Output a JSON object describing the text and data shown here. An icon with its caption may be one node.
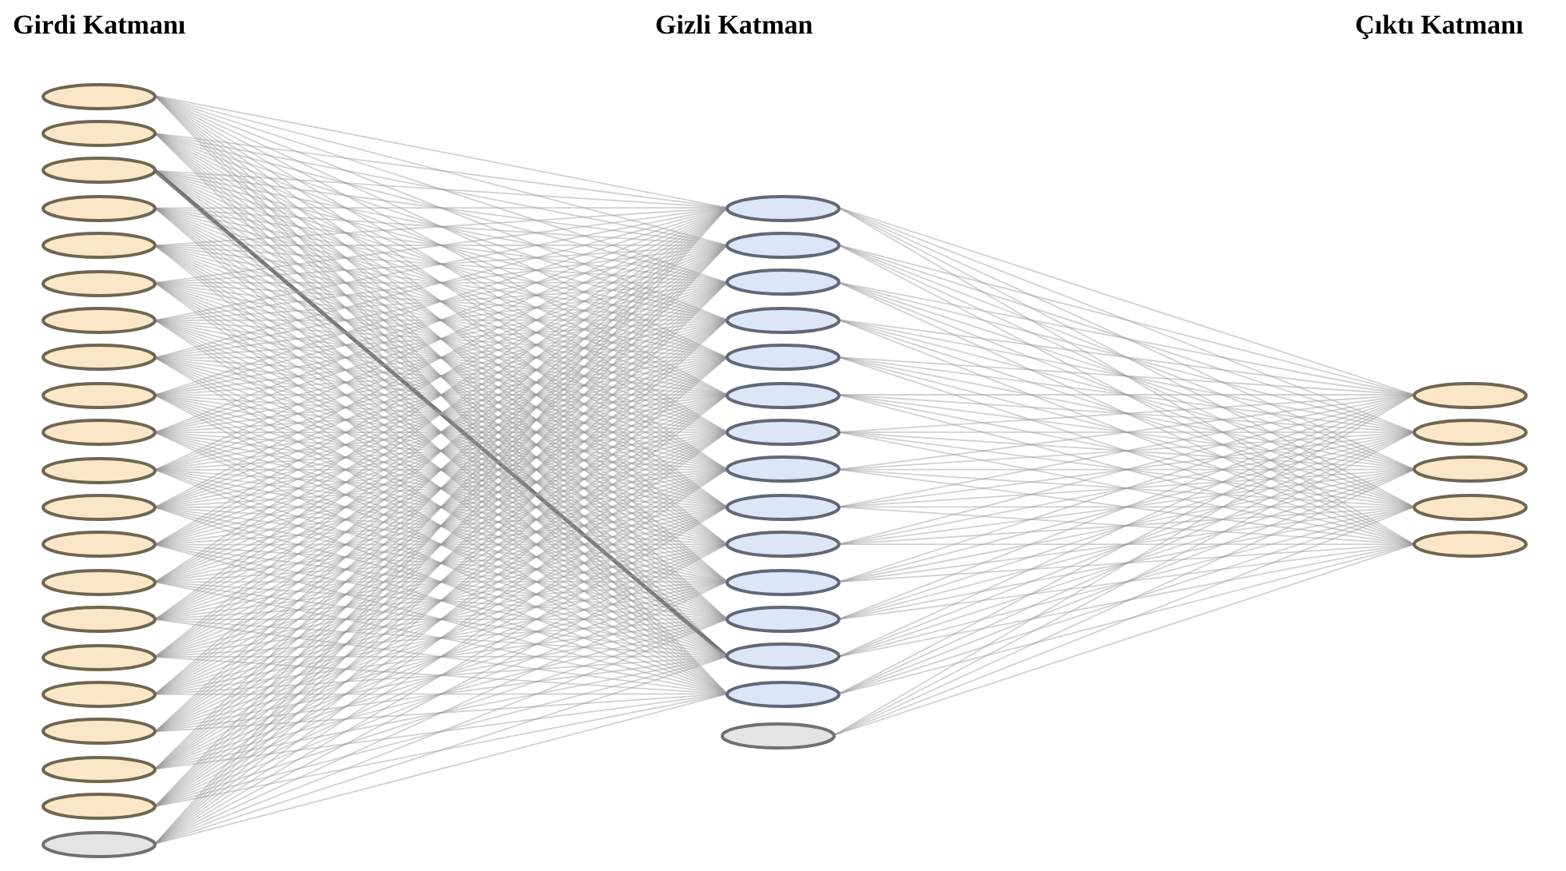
{
  "diagram": {
    "nodes": [
      {
        "text": [],
        "shape": "ellipse"
      },
      {
        "text": [],
        "shape": "ellipse"
      },
      {
        "text": [],
        "shape": "ellipse"
      },
      {
        "text": [],
        "shape": "ellipse"
      },
      {
        "text": [],
        "shape": "ellipse"
      },
      {
        "text": [],
        "shape": "ellipse"
      },
      {
        "text": [],
        "shape": "ellipse"
      },
      {
        "text": [],
        "shape": "ellipse"
      },
      {
        "text": [],
        "shape": "ellipse"
      },
      {
        "text": [],
        "shape": "ellipse"
      },
      {
        "text": [],
        "shape": "ellipse"
      },
      {
        "text": [],
        "shape": "ellipse"
      },
      {
        "text": [],
        "shape": "ellipse"
      },
      {
        "text": [],
        "shape": "ellipse"
      },
      {
        "text": [],
        "shape": "ellipse"
      },
      {
        "text": [],
        "shape": "ellipse"
      },
      {
        "text": [],
        "shape": "ellipse"
      },
      {
        "text": [],
        "shape": "ellipse"
      },
      {
        "text": [],
        "shape": "ellipse"
      },
      {
        "text": [],
        "shape": "ellipse"
      },
      {
        "text": [],
        "shape": "ellipse"
      },
      {
        "text": [],
        "shape": "ellipse"
      },
      {
        "text": [],
        "shape": "ellipse"
      },
      {
        "text": [],
        "shape": "ellipse"
      },
      {
        "text": [],
        "shape": "ellipse"
      },
      {
        "text": [],
        "shape": "ellipse"
      },
      {
        "text": [],
        "shape": "ellipse"
      },
      {
        "text": [],
        "shape": "ellipse"
      },
      {
        "text": [],
        "shape": "ellipse"
      },
      {
        "text": [],
        "shape": "ellipse"
      },
      {
        "text": [],
        "shape": "ellipse"
      },
      {
        "text": [],
        "shape": "ellipse"
      },
      {
        "text": [],
        "shape": "ellipse"
      },
      {
        "text": [],
        "shape": "ellipse"
      },
      {
        "text": [],
        "shape": "ellipse"
      },
      {
        "text": [],
        "shape": "ellipse"
      },
      {
        "text": [],
        "shape": "ellipse"
      },
      {
        "text": [],
        "shape": "ellipse"
      },
      {
        "text": [],
        "shape": "ellipse"
      },
      {
        "text": [],
        "shape": "ellipse"
      },
      {
        "text": [],
        "shape": "ellipse"
      }
    ],
    "edges": [
      {
        "from": 0,
        "to": 21,
        "arrow": "none"
      },
      {
        "from": 0,
        "to": 22,
        "arrow": "none"
      },
      {
        "from": 0,
        "to": 23,
        "arrow": "none"
      },
      {
        "from": 0,
        "to": 24,
        "arrow": "none"
      },
      {
        "from": 0,
        "to": 25,
        "arrow": "none"
      },
      {
        "from": 0,
        "to": 26,
        "arrow": "none"
      },
      {
        "from": 0,
        "to": 27,
        "arrow": "none"
      },
      {
        "from": 0,
        "to": 28,
        "arrow": "none"
      },
      {
        "from": 0,
        "to": 29,
        "arrow": "none"
      },
      {
        "from": 0,
        "to": 30,
        "arrow": "none"
      },
      {
        "from": 0,
        "to": 31,
        "arrow": "none"
      },
      {
        "from": 0,
        "to": 32,
        "arrow": "none"
      },
      {
        "from": 0,
        "to": 33,
        "arrow": "none"
      },
      {
        "from": 0,
        "to": 34,
        "arrow": "none"
      },
      {
        "from": 1,
        "to": 21,
        "arrow": "none"
      },
      {
        "from": 1,
        "to": 22,
        "arrow": "none"
      },
      {
        "from": 1,
        "to": 23,
        "arrow": "none"
      },
      {
        "from": 1,
        "to": 24,
        "arrow": "none"
      },
      {
        "from": 1,
        "to": 25,
        "arrow": "none"
      },
      {
        "from": 1,
        "to": 26,
        "arrow": "none"
      },
      {
        "from": 1,
        "to": 27,
        "arrow": "none"
      },
      {
        "from": 1,
        "to": 28,
        "arrow": "none"
      },
      {
        "from": 1,
        "to": 29,
        "arrow": "none"
      },
      {
        "from": 1,
        "to": 30,
        "arrow": "none"
      },
      {
        "from": 1,
        "to": 31,
        "arrow": "none"
      },
      {
        "from": 1,
        "to": 32,
        "arrow": "none"
      },
      {
        "from": 1,
        "to": 33,
        "arrow": "none"
      },
      {
        "from": 1,
        "to": 34,
        "arrow": "none"
      },
      {
        "from": 2,
        "to": 21,
        "arrow": "none"
      },
      {
        "from": 2,
        "to": 22,
        "arrow": "none"
      },
      {
        "from": 2,
        "to": 23,
        "arrow": "none"
      },
      {
        "from": 2,
        "to": 24,
        "arrow": "none"
      },
      {
        "from": 2,
        "to": 25,
        "arrow": "none"
      },
      {
        "from": 2,
        "to": 26,
        "arrow": "none"
      },
      {
        "from": 2,
        "to": 27,
        "arrow": "none"
      },
      {
        "from": 2,
        "to": 28,
        "arrow": "none"
      },
      {
        "from": 2,
        "to": 29,
        "arrow": "none"
      },
      {
        "from": 2,
        "to": 30,
        "arrow": "none"
      },
      {
        "from": 2,
        "to": 31,
        "arrow": "none"
      },
      {
        "from": 2,
        "to": 32,
        "arrow": "none"
      },
      {
        "from": 2,
        "to": 33,
        "arrow": "none",
        "style": "thick"
      },
      {
        "from": 2,
        "to": 34,
        "arrow": "none"
      },
      {
        "from": 3,
        "to": 21,
        "arrow": "none"
      },
      {
        "from": 3,
        "to": 22,
        "arrow": "none"
      },
      {
        "from": 3,
        "to": 23,
        "arrow": "none"
      },
      {
        "from": 3,
        "to": 24,
        "arrow": "none"
      },
      {
        "from": 3,
        "to": 25,
        "arrow": "none"
      },
      {
        "from": 3,
        "to": 26,
        "arrow": "none"
      },
      {
        "from": 3,
        "to": 27,
        "arrow": "none"
      },
      {
        "from": 3,
        "to": 28,
        "arrow": "none"
      },
      {
        "from": 3,
        "to": 29,
        "arrow": "none"
      },
      {
        "from": 3,
        "to": 30,
        "arrow": "none"
      },
      {
        "from": 3,
        "to": 31,
        "arrow": "none"
      },
      {
        "from": 3,
        "to": 32,
        "arrow": "none"
      },
      {
        "from": 3,
        "to": 33,
        "arrow": "none"
      },
      {
        "from": 3,
        "to": 34,
        "arrow": "none"
      },
      {
        "from": 4,
        "to": 21,
        "arrow": "none"
      },
      {
        "from": 4,
        "to": 22,
        "arrow": "none"
      },
      {
        "from": 4,
        "to": 23,
        "arrow": "none"
      },
      {
        "from": 4,
        "to": 24,
        "arrow": "none"
      },
      {
        "from": 4,
        "to": 25,
        "arrow": "none"
      },
      {
        "from": 4,
        "to": 26,
        "arrow": "none"
      },
      {
        "from": 4,
        "to": 27,
        "arrow": "none"
      },
      {
        "from": 4,
        "to": 28,
        "arrow": "none"
      },
      {
        "from": 4,
        "to": 29,
        "arrow": "none"
      },
      {
        "from": 4,
        "to": 30,
        "arrow": "none"
      },
      {
        "from": 4,
        "to": 31,
        "arrow": "none"
      },
      {
        "from": 4,
        "to": 32,
        "arrow": "none"
      },
      {
        "from": 4,
        "to": 33,
        "arrow": "none"
      },
      {
        "from": 4,
        "to": 34,
        "arrow": "none"
      },
      {
        "from": 5,
        "to": 21,
        "arrow": "none"
      },
      {
        "from": 5,
        "to": 22,
        "arrow": "none"
      },
      {
        "from": 5,
        "to": 23,
        "arrow": "none"
      },
      {
        "from": 5,
        "to": 24,
        "arrow": "none"
      },
      {
        "from": 5,
        "to": 25,
        "arrow": "none"
      },
      {
        "from": 5,
        "to": 26,
        "arrow": "none"
      },
      {
        "from": 5,
        "to": 27,
        "arrow": "none"
      },
      {
        "from": 5,
        "to": 28,
        "arrow": "none"
      },
      {
        "from": 5,
        "to": 29,
        "arrow": "none"
      },
      {
        "from": 5,
        "to": 30,
        "arrow": "none"
      },
      {
        "from": 5,
        "to": 31,
        "arrow": "none"
      },
      {
        "from": 5,
        "to": 32,
        "arrow": "none"
      },
      {
        "from": 5,
        "to": 33,
        "arrow": "none"
      },
      {
        "from": 5,
        "to": 34,
        "arrow": "none"
      },
      {
        "from": 6,
        "to": 21,
        "arrow": "none"
      },
      {
        "from": 6,
        "to": 22,
        "arrow": "none"
      },
      {
        "from": 6,
        "to": 23,
        "arrow": "none"
      },
      {
        "from": 6,
        "to": 24,
        "arrow": "none"
      },
      {
        "from": 6,
        "to": 25,
        "arrow": "none"
      },
      {
        "from": 6,
        "to": 26,
        "arrow": "none"
      },
      {
        "from": 6,
        "to": 27,
        "arrow": "none"
      },
      {
        "from": 6,
        "to": 28,
        "arrow": "none"
      },
      {
        "from": 6,
        "to": 29,
        "arrow": "none"
      },
      {
        "from": 6,
        "to": 30,
        "arrow": "none"
      },
      {
        "from": 6,
        "to": 31,
        "arrow": "none"
      },
      {
        "from": 6,
        "to": 32,
        "arrow": "none"
      },
      {
        "from": 6,
        "to": 33,
        "arrow": "none"
      },
      {
        "from": 6,
        "to": 34,
        "arrow": "none"
      },
      {
        "from": 7,
        "to": 21,
        "arrow": "none"
      },
      {
        "from": 7,
        "to": 22,
        "arrow": "none"
      },
      {
        "from": 7,
        "to": 23,
        "arrow": "none"
      },
      {
        "from": 7,
        "to": 24,
        "arrow": "none"
      },
      {
        "from": 7,
        "to": 25,
        "arrow": "none"
      },
      {
        "from": 7,
        "to": 26,
        "arrow": "none"
      },
      {
        "from": 7,
        "to": 27,
        "arrow": "none"
      },
      {
        "from": 7,
        "to": 28,
        "arrow": "none"
      },
      {
        "from": 7,
        "to": 29,
        "arrow": "none"
      },
      {
        "from": 7,
        "to": 30,
        "arrow": "none"
      },
      {
        "from": 7,
        "to": 31,
        "arrow": "none"
      },
      {
        "from": 7,
        "to": 32,
        "arrow": "none"
      },
      {
        "from": 7,
        "to": 33,
        "arrow": "none"
      },
      {
        "from": 7,
        "to": 34,
        "arrow": "none"
      },
      {
        "from": 8,
        "to": 21,
        "arrow": "none"
      },
      {
        "from": 8,
        "to": 22,
        "arrow": "none"
      },
      {
        "from": 8,
        "to": 23,
        "arrow": "none"
      },
      {
        "from": 8,
        "to": 24,
        "arrow": "none"
      },
      {
        "from": 8,
        "to": 25,
        "arrow": "none"
      },
      {
        "from": 8,
        "to": 26,
        "arrow": "none"
      },
      {
        "from": 8,
        "to": 27,
        "arrow": "none"
      },
      {
        "from": 8,
        "to": 28,
        "arrow": "none"
      },
      {
        "from": 8,
        "to": 29,
        "arrow": "none"
      },
      {
        "from": 8,
        "to": 30,
        "arrow": "none"
      },
      {
        "from": 8,
        "to": 31,
        "arrow": "none"
      },
      {
        "from": 8,
        "to": 32,
        "arrow": "none"
      },
      {
        "from": 8,
        "to": 33,
        "arrow": "none"
      },
      {
        "from": 8,
        "to": 34,
        "arrow": "none"
      },
      {
        "from": 9,
        "to": 21,
        "arrow": "none"
      },
      {
        "from": 9,
        "to": 22,
        "arrow": "none"
      },
      {
        "from": 9,
        "to": 23,
        "arrow": "none"
      },
      {
        "from": 9,
        "to": 24,
        "arrow": "none"
      },
      {
        "from": 9,
        "to": 25,
        "arrow": "none"
      },
      {
        "from": 9,
        "to": 26,
        "arrow": "none"
      },
      {
        "from": 9,
        "to": 27,
        "arrow": "none"
      },
      {
        "from": 9,
        "to": 28,
        "arrow": "none"
      },
      {
        "from": 9,
        "to": 29,
        "arrow": "none"
      },
      {
        "from": 9,
        "to": 30,
        "arrow": "none"
      },
      {
        "from": 9,
        "to": 31,
        "arrow": "none"
      },
      {
        "from": 9,
        "to": 32,
        "arrow": "none"
      },
      {
        "from": 9,
        "to": 33,
        "arrow": "none"
      },
      {
        "from": 9,
        "to": 34,
        "arrow": "none"
      },
      {
        "from": 10,
        "to": 21,
        "arrow": "none"
      },
      {
        "from": 10,
        "to": 22,
        "arrow": "none"
      },
      {
        "from": 10,
        "to": 23,
        "arrow": "none"
      },
      {
        "from": 10,
        "to": 24,
        "arrow": "none"
      },
      {
        "from": 10,
        "to": 25,
        "arrow": "none"
      },
      {
        "from": 10,
        "to": 26,
        "arrow": "none"
      },
      {
        "from": 10,
        "to": 27,
        "arrow": "none"
      },
      {
        "from": 10,
        "to": 28,
        "arrow": "none"
      },
      {
        "from": 10,
        "to": 29,
        "arrow": "none"
      },
      {
        "from": 10,
        "to": 30,
        "arrow": "none"
      },
      {
        "from": 10,
        "to": 31,
        "arrow": "none"
      },
      {
        "from": 10,
        "to": 32,
        "arrow": "none"
      },
      {
        "from": 10,
        "to": 33,
        "arrow": "none"
      },
      {
        "from": 10,
        "to": 34,
        "arrow": "none"
      },
      {
        "from": 11,
        "to": 21,
        "arrow": "none"
      },
      {
        "from": 11,
        "to": 22,
        "arrow": "none"
      },
      {
        "from": 11,
        "to": 23,
        "arrow": "none"
      },
      {
        "from": 11,
        "to": 24,
        "arrow": "none"
      },
      {
        "from": 11,
        "to": 25,
        "arrow": "none"
      },
      {
        "from": 11,
        "to": 26,
        "arrow": "none"
      },
      {
        "from": 11,
        "to": 27,
        "arrow": "none"
      },
      {
        "from": 11,
        "to": 28,
        "arrow": "none"
      },
      {
        "from": 11,
        "to": 29,
        "arrow": "none"
      },
      {
        "from": 11,
        "to": 30,
        "arrow": "none"
      },
      {
        "from": 11,
        "to": 31,
        "arrow": "none"
      },
      {
        "from": 11,
        "to": 32,
        "arrow": "none"
      },
      {
        "from": 11,
        "to": 33,
        "arrow": "none"
      },
      {
        "from": 11,
        "to": 34,
        "arrow": "none"
      },
      {
        "from": 12,
        "to": 21,
        "arrow": "none"
      },
      {
        "from": 12,
        "to": 22,
        "arrow": "none"
      },
      {
        "from": 12,
        "to": 23,
        "arrow": "none"
      },
      {
        "from": 12,
        "to": 24,
        "arrow": "none"
      },
      {
        "from": 12,
        "to": 25,
        "arrow": "none"
      },
      {
        "from": 12,
        "to": 26,
        "arrow": "none"
      },
      {
        "from": 12,
        "to": 27,
        "arrow": "none"
      },
      {
        "from": 12,
        "to": 28,
        "arrow": "none"
      },
      {
        "from": 12,
        "to": 29,
        "arrow": "none"
      },
      {
        "from": 12,
        "to": 30,
        "arrow": "none"
      },
      {
        "from": 12,
        "to": 31,
        "arrow": "none"
      },
      {
        "from": 12,
        "to": 32,
        "arrow": "none"
      },
      {
        "from": 12,
        "to": 33,
        "arrow": "none"
      },
      {
        "from": 12,
        "to": 34,
        "arrow": "none"
      },
      {
        "from": 13,
        "to": 21,
        "arrow": "none"
      },
      {
        "from": 13,
        "to": 22,
        "arrow": "none"
      },
      {
        "from": 13,
        "to": 23,
        "arrow": "none"
      },
      {
        "from": 13,
        "to": 24,
        "arrow": "none"
      },
      {
        "from": 13,
        "to": 25,
        "arrow": "none"
      },
      {
        "from": 13,
        "to": 26,
        "arrow": "none"
      },
      {
        "from": 13,
        "to": 27,
        "arrow": "none"
      },
      {
        "from": 13,
        "to": 28,
        "arrow": "none"
      },
      {
        "from": 13,
        "to": 29,
        "arrow": "none"
      },
      {
        "from": 13,
        "to": 30,
        "arrow": "none"
      },
      {
        "from": 13,
        "to": 31,
        "arrow": "none"
      },
      {
        "from": 13,
        "to": 32,
        "arrow": "none"
      },
      {
        "from": 13,
        "to": 33,
        "arrow": "none"
      },
      {
        "from": 13,
        "to": 34,
        "arrow": "none"
      },
      {
        "from": 14,
        "to": 21,
        "arrow": "none"
      },
      {
        "from": 14,
        "to": 22,
        "arrow": "none"
      },
      {
        "from": 14,
        "to": 23,
        "arrow": "none"
      },
      {
        "from": 14,
        "to": 24,
        "arrow": "none"
      },
      {
        "from": 14,
        "to": 25,
        "arrow": "none"
      },
      {
        "from": 14,
        "to": 26,
        "arrow": "none"
      },
      {
        "from": 14,
        "to": 27,
        "arrow": "none"
      },
      {
        "from": 14,
        "to": 28,
        "arrow": "none"
      },
      {
        "from": 14,
        "to": 29,
        "arrow": "none"
      },
      {
        "from": 14,
        "to": 30,
        "arrow": "none"
      },
      {
        "from": 14,
        "to": 31,
        "arrow": "none"
      },
      {
        "from": 14,
        "to": 32,
        "arrow": "none"
      },
      {
        "from": 14,
        "to": 33,
        "arrow": "none"
      },
      {
        "from": 14,
        "to": 34,
        "arrow": "none"
      },
      {
        "from": 15,
        "to": 21,
        "arrow": "none"
      },
      {
        "from": 15,
        "to": 22,
        "arrow": "none"
      },
      {
        "from": 15,
        "to": 23,
        "arrow": "none"
      },
      {
        "from": 15,
        "to": 24,
        "arrow": "none"
      },
      {
        "from": 15,
        "to": 25,
        "arrow": "none"
      },
      {
        "from": 15,
        "to": 26,
        "arrow": "none"
      },
      {
        "from": 15,
        "to": 27,
        "arrow": "none"
      },
      {
        "from": 15,
        "to": 28,
        "arrow": "none"
      },
      {
        "from": 15,
        "to": 29,
        "arrow": "none"
      },
      {
        "from": 15,
        "to": 30,
        "arrow": "none"
      },
      {
        "from": 15,
        "to": 31,
        "arrow": "none"
      },
      {
        "from": 15,
        "to": 32,
        "arrow": "none"
      },
      {
        "from": 15,
        "to": 33,
        "arrow": "none"
      },
      {
        "from": 15,
        "to": 34,
        "arrow": "none"
      },
      {
        "from": 16,
        "to": 21,
        "arrow": "none"
      },
      {
        "from": 16,
        "to": 22,
        "arrow": "none"
      },
      {
        "from": 16,
        "to": 23,
        "arrow": "none"
      },
      {
        "from": 16,
        "to": 24,
        "arrow": "none"
      },
      {
        "from": 16,
        "to": 25,
        "arrow": "none"
      },
      {
        "from": 16,
        "to": 26,
        "arrow": "none"
      },
      {
        "from": 16,
        "to": 27,
        "arrow": "none"
      },
      {
        "from": 16,
        "to": 28,
        "arrow": "none"
      },
      {
        "from": 16,
        "to": 29,
        "arrow": "none"
      },
      {
        "from": 16,
        "to": 30,
        "arrow": "none"
      },
      {
        "from": 16,
        "to": 31,
        "arrow": "none"
      },
      {
        "from": 16,
        "to": 32,
        "arrow": "none"
      },
      {
        "from": 16,
        "to": 33,
        "arrow": "none"
      },
      {
        "from": 16,
        "to": 34,
        "arrow": "none"
      },
      {
        "from": 17,
        "to": 21,
        "arrow": "none"
      },
      {
        "from": 17,
        "to": 22,
        "arrow": "none"
      },
      {
        "from": 17,
        "to": 23,
        "arrow": "none"
      },
      {
        "from": 17,
        "to": 24,
        "arrow": "none"
      },
      {
        "from": 17,
        "to": 25,
        "arrow": "none"
      },
      {
        "from": 17,
        "to": 26,
        "arrow": "none"
      },
      {
        "from": 17,
        "to": 27,
        "arrow": "none"
      },
      {
        "from": 17,
        "to": 28,
        "arrow": "none"
      },
      {
        "from": 17,
        "to": 29,
        "arrow": "none"
      },
      {
        "from": 17,
        "to": 30,
        "arrow": "none"
      },
      {
        "from": 17,
        "to": 31,
        "arrow": "none"
      },
      {
        "from": 17,
        "to": 32,
        "arrow": "none"
      },
      {
        "from": 17,
        "to": 33,
        "arrow": "none"
      },
      {
        "from": 17,
        "to": 34,
        "arrow": "none"
      },
      {
        "from": 18,
        "to": 21,
        "arrow": "none"
      },
      {
        "from": 18,
        "to": 22,
        "arrow": "none"
      },
      {
        "from": 18,
        "to": 23,
        "arrow": "none"
      },
      {
        "from": 18,
        "to": 24,
        "arrow": "none"
      },
      {
        "from": 18,
        "to": 25,
        "arrow": "none"
      },
      {
        "from": 18,
        "to": 26,
        "arrow": "none"
      },
      {
        "from": 18,
        "to": 27,
        "arrow": "none"
      },
      {
        "from": 18,
        "to": 28,
        "arrow": "none"
      },
      {
        "from": 18,
        "to": 29,
        "arrow": "none"
      },
      {
        "from": 18,
        "to": 30,
        "arrow": "none"
      },
      {
        "from": 18,
        "to": 31,
        "arrow": "none"
      },
      {
        "from": 18,
        "to": 32,
        "arrow": "none"
      },
      {
        "from": 18,
        "to": 33,
        "arrow": "none"
      },
      {
        "from": 18,
        "to": 34,
        "arrow": "none"
      },
      {
        "from": 19,
        "to": 21,
        "arrow": "none"
      },
      {
        "from": 19,
        "to": 22,
        "arrow": "none"
      },
      {
        "from": 19,
        "to": 23,
        "arrow": "none"
      },
      {
        "from": 19,
        "to": 24,
        "arrow": "none"
      },
      {
        "from": 19,
        "to": 25,
        "arrow": "none"
      },
      {
        "from": 19,
        "to": 26,
        "arrow": "none"
      },
      {
        "from": 19,
        "to": 27,
        "arrow": "none"
      },
      {
        "from": 19,
        "to": 28,
        "arrow": "none"
      },
      {
        "from": 19,
        "to": 29,
        "arrow": "none"
      },
      {
        "from": 19,
        "to": 30,
        "arrow": "none"
      },
      {
        "from": 19,
        "to": 31,
        "arrow": "none"
      },
      {
        "from": 19,
        "to": 32,
        "arrow": "none"
      },
      {
        "from": 19,
        "to": 33,
        "arrow": "none"
      },
      {
        "from": 19,
        "to": 34,
        "arrow": "none"
      },
      {
        "from": 20,
        "to": 21,
        "arrow": "none"
      },
      {
        "from": 20,
        "to": 22,
        "arrow": "none"
      },
      {
        "from": 20,
        "to": 23,
        "arrow": "none"
      },
      {
        "from": 20,
        "to": 24,
        "arrow": "none"
      },
      {
        "from": 20,
        "to": 25,
        "arrow": "none"
      },
      {
        "from": 20,
        "to": 26,
        "arrow": "none"
      },
      {
        "from": 20,
        "to": 27,
        "arrow": "none"
      },
      {
        "from": 20,
        "to": 28,
        "arrow": "none"
      },
      {
        "from": 20,
        "to": 29,
        "arrow": "none"
      },
      {
        "from": 20,
        "to": 30,
        "arrow": "none"
      },
      {
        "from": 20,
        "to": 31,
        "arrow": "none"
      },
      {
        "from": 20,
        "to": 32,
        "arrow": "none"
      },
      {
        "from": 20,
        "to": 33,
        "arrow": "none"
      },
      {
        "from": 20,
        "to": 34,
        "arrow": "none"
      },
      {
        "from": 21,
        "to": 36,
        "arrow": "none"
      },
      {
        "from": 21,
        "to": 37,
        "arrow": "none"
      },
      {
        "from": 21,
        "to": 38,
        "arrow": "none"
      },
      {
        "from": 21,
        "to": 39,
        "arrow": "none"
      },
      {
        "from": 21,
        "to": 40,
        "arrow": "none"
      },
      {
        "from": 22,
        "to": 36,
        "arrow": "none"
      },
      {
        "from": 22,
        "to": 37,
        "arrow": "none"
      },
      {
        "from": 22,
        "to": 38,
        "arrow": "none"
      },
      {
        "from": 22,
        "to": 39,
        "arrow": "none"
      },
      {
        "from": 22,
        "to": 40,
        "arrow": "none"
      },
      {
        "from": 23,
        "to": 36,
        "arrow": "none"
      },
      {
        "from": 23,
        "to": 37,
        "arrow": "none"
      },
      {
        "from": 23,
        "to": 38,
        "arrow": "none"
      },
      {
        "from": 23,
        "to": 39,
        "arrow": "none"
      },
      {
        "from": 23,
        "to": 40,
        "arrow": "none"
      },
      {
        "from": 24,
        "to": 36,
        "arrow": "none"
      },
      {
        "from": 24,
        "to": 37,
        "arrow": "none"
      },
      {
        "from": 24,
        "to": 38,
        "arrow": "none"
      },
      {
        "from": 24,
        "to": 39,
        "arrow": "none"
      },
      {
        "from": 24,
        "to": 40,
        "arrow": "none"
      },
      {
        "from": 25,
        "to": 36,
        "arrow": "none"
      },
      {
        "from": 25,
        "to": 37,
        "arrow": "none"
      },
      {
        "from": 25,
        "to": 38,
        "arrow": "none"
      },
      {
        "from": 25,
        "to": 39,
        "arrow": "none"
      },
      {
        "from": 25,
        "to": 40,
        "arrow": "none"
      },
      {
        "from": 26,
        "to": 36,
        "arrow": "none"
      },
      {
        "from": 26,
        "to": 37,
        "arrow": "none"
      },
      {
        "from": 26,
        "to": 38,
        "arrow": "none"
      },
      {
        "from": 26,
        "to": 39,
        "arrow": "none"
      },
      {
        "from": 26,
        "to": 40,
        "arrow": "none"
      },
      {
        "from": 27,
        "to": 36,
        "arrow": "none"
      },
      {
        "from": 27,
        "to": 37,
        "arrow": "none"
      },
      {
        "from": 27,
        "to": 38,
        "arrow": "none"
      },
      {
        "from": 27,
        "to": 39,
        "arrow": "none"
      },
      {
        "from": 27,
        "to": 40,
        "arrow": "none"
      },
      {
        "from": 28,
        "to": 36,
        "arrow": "none"
      },
      {
        "from": 28,
        "to": 37,
        "arrow": "none"
      },
      {
        "from": 28,
        "to": 38,
        "arrow": "none"
      },
      {
        "from": 28,
        "to": 39,
        "arrow": "none"
      },
      {
        "from": 28,
        "to": 40,
        "arrow": "none"
      },
      {
        "from": 29,
        "to": 36,
        "arrow": "none"
      },
      {
        "from": 29,
        "to": 37,
        "arrow": "none"
      },
      {
        "from": 29,
        "to": 38,
        "arrow": "none"
      },
      {
        "from": 29,
        "to": 39,
        "arrow": "none"
      },
      {
        "from": 29,
        "to": 40,
        "arrow": "none"
      },
      {
        "from": 30,
        "to": 36,
        "arrow": "none"
      },
      {
        "from": 30,
        "to": 37,
        "arrow": "none"
      },
      {
        "from": 30,
        "to": 38,
        "arrow": "none"
      },
      {
        "from": 30,
        "to": 39,
        "arrow": "none"
      },
      {
        "from": 30,
        "to": 40,
        "arrow": "none"
      },
      {
        "from": 31,
        "to": 36,
        "arrow": "none"
      },
      {
        "from": 31,
        "to": 37,
        "arrow": "none"
      },
      {
        "from": 31,
        "to": 38,
        "arrow": "none"
      },
      {
        "from": 31,
        "to": 39,
        "arrow": "none"
      },
      {
        "from": 31,
        "to": 40,
        "arrow": "none"
      },
      {
        "from": 32,
        "to": 36,
        "arrow": "none"
      },
      {
        "from": 32,
        "to": 37,
        "arrow": "none"
      },
      {
        "from": 32,
        "to": 38,
        "arrow": "none"
      },
      {
        "from": 32,
        "to": 39,
        "arrow": "none"
      },
      {
        "from": 32,
        "to": 40,
        "arrow": "none"
      },
      {
        "from": 33,
        "to": 36,
        "arrow": "none"
      },
      {
        "from": 33,
        "to": 37,
        "arrow": "none"
      },
      {
        "from": 33,
        "to": 38,
        "arrow": "none"
      },
      {
        "from": 33,
        "to": 39,
        "arrow": "none"
      },
      {
        "from": 33,
        "to": 40,
        "arrow": "none"
      },
      {
        "from": 34,
        "to": 36,
        "arrow": "none"
      },
      {
        "from": 34,
        "to": 37,
        "arrow": "none"
      },
      {
        "from": 34,
        "to": 38,
        "arrow": "none"
      },
      {
        "from": 34,
        "to": 39,
        "arrow": "none"
      },
      {
        "from": 34,
        "to": 40,
        "arrow": "none"
      },
      {
        "from": 35,
        "to": 36,
        "arrow": "none"
      },
      {
        "from": 35,
        "to": 37,
        "arrow": "none"
      },
      {
        "from": 35,
        "to": 38,
        "arrow": "none"
      },
      {
        "from": 35,
        "to": 39,
        "arrow": "none"
      },
      {
        "from": 35,
        "to": 40,
        "arrow": "none"
      }
    ],
    "labels": [
      "Girdi Katmanı",
      "Gizli Katman",
      "Çıktı Katmanı"
    ]
  }
}
